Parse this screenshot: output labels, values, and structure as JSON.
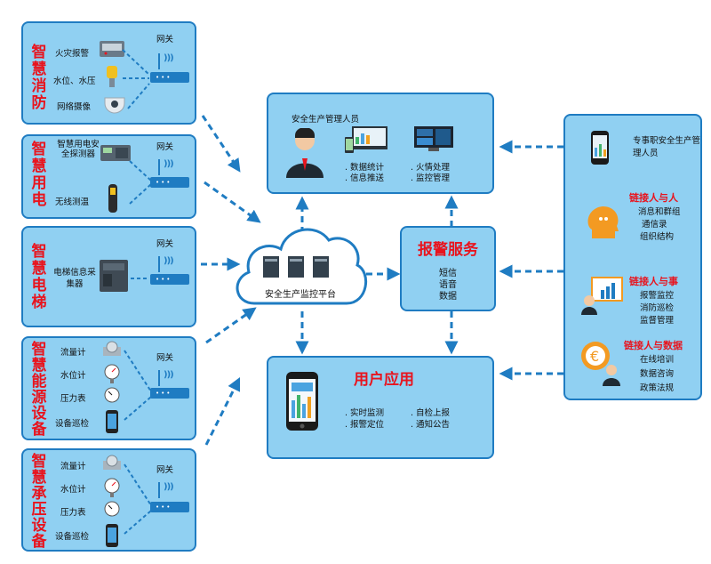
{
  "modules": [
    {
      "title": "智慧消防",
      "gateway": "网关",
      "devices": [
        "火灾报警",
        "水位、水压",
        "网络摄像"
      ]
    },
    {
      "title": "智慧用电",
      "gateway": "网关",
      "devices": [
        "智慧用电安全探测器",
        "无线测温"
      ]
    },
    {
      "title": "智慧电梯",
      "gateway": "网关",
      "devices": [
        "电梯信息采集器"
      ]
    },
    {
      "title": "智慧能源设备",
      "gateway": "网关",
      "devices": [
        "流量计",
        "水位计",
        "压力表",
        "设备巡检"
      ]
    },
    {
      "title": "智慧承压设备",
      "gateway": "网关",
      "devices": [
        "流量计",
        "水位计",
        "压力表",
        "设备巡检"
      ]
    }
  ],
  "platform": {
    "label": "安全生产监控平台"
  },
  "management": {
    "title": "安全生产管理人员",
    "items": [
      ". 数据统计",
      ". 信息推送",
      ". 火情处理",
      ". 监控管理"
    ]
  },
  "alarm": {
    "title": "报警服务",
    "items": [
      "短信",
      "语音",
      "数据"
    ]
  },
  "user_app": {
    "title": "用户应用",
    "items": [
      ". 实时监测",
      ". 报警定位",
      ". 自检上报",
      ". 通知公告"
    ]
  },
  "right": {
    "staff": "专事职安全生产管理人员",
    "groups": [
      {
        "title": "链接人与人",
        "items": [
          "消息和群组",
          "通信录",
          "组织结构"
        ]
      },
      {
        "title": "链接人与事",
        "items": [
          "报警监控",
          "消防巡检",
          "监督管理"
        ]
      },
      {
        "title": "链接人与数据",
        "items": [
          "在线培训",
          "数据咨询",
          "政策法规"
        ]
      }
    ]
  },
  "colors": {
    "box_fill": "#90d0f2",
    "border": "#1f7cc2",
    "title_red": "#e8141e",
    "arrow": "#1f7cc2"
  }
}
